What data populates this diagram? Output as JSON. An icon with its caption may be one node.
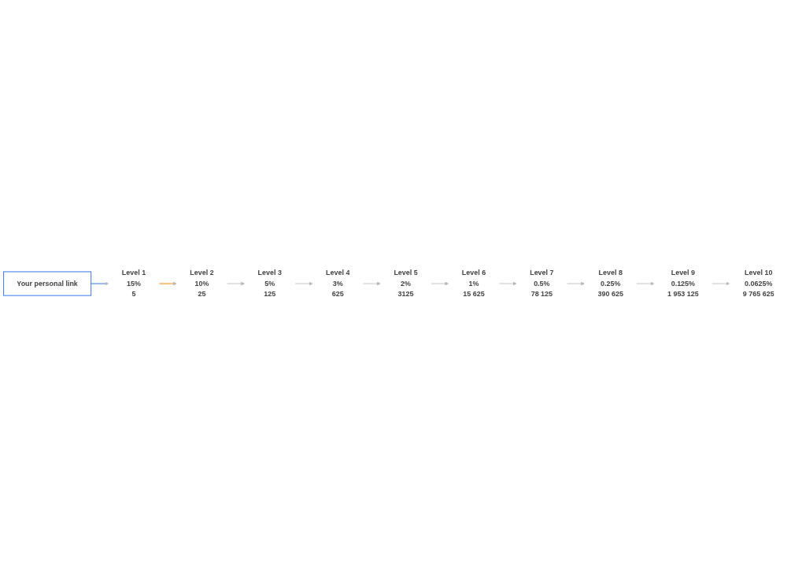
{
  "diagram": {
    "nodes": [
      {
        "text": [
          "Your personal link"
        ]
      },
      {
        "text": [
          "Level 1",
          "15%",
          "5"
        ]
      },
      {
        "text": [
          "Level 2",
          "10%",
          "25"
        ]
      },
      {
        "text": [
          "Level 3",
          "5%",
          "125"
        ]
      },
      {
        "text": [
          "Level 4",
          "3%",
          "625"
        ]
      },
      {
        "text": [
          "Level 5",
          "2%",
          "3125"
        ]
      },
      {
        "text": [
          "Level 6",
          "1%",
          "15 625"
        ]
      },
      {
        "text": [
          "Level 7",
          "0.5%",
          "78 125"
        ]
      },
      {
        "text": [
          "Level 8",
          "0.25%",
          "390 625"
        ]
      },
      {
        "text": [
          "Level 9",
          "0.125%",
          "1 953 125"
        ]
      },
      {
        "text": [
          "Level 10",
          "0.0625%",
          "9 765 625"
        ]
      }
    ],
    "edges": [
      {
        "from": 0,
        "to": 1,
        "arrow": "to",
        "color": "#4a86f0"
      },
      {
        "from": 1,
        "to": 2,
        "arrow": "to",
        "color": "#f7931e"
      },
      {
        "from": 2,
        "to": 3,
        "arrow": "to"
      },
      {
        "from": 3,
        "to": 4,
        "arrow": "to"
      },
      {
        "from": 4,
        "to": 5,
        "arrow": "to"
      },
      {
        "from": 5,
        "to": 6,
        "arrow": "to"
      },
      {
        "from": 6,
        "to": 7,
        "arrow": "to"
      },
      {
        "from": 7,
        "to": 8,
        "arrow": "to"
      },
      {
        "from": 8,
        "to": 9,
        "arrow": "to"
      },
      {
        "from": 9,
        "to": 10,
        "arrow": "to"
      }
    ]
  }
}
